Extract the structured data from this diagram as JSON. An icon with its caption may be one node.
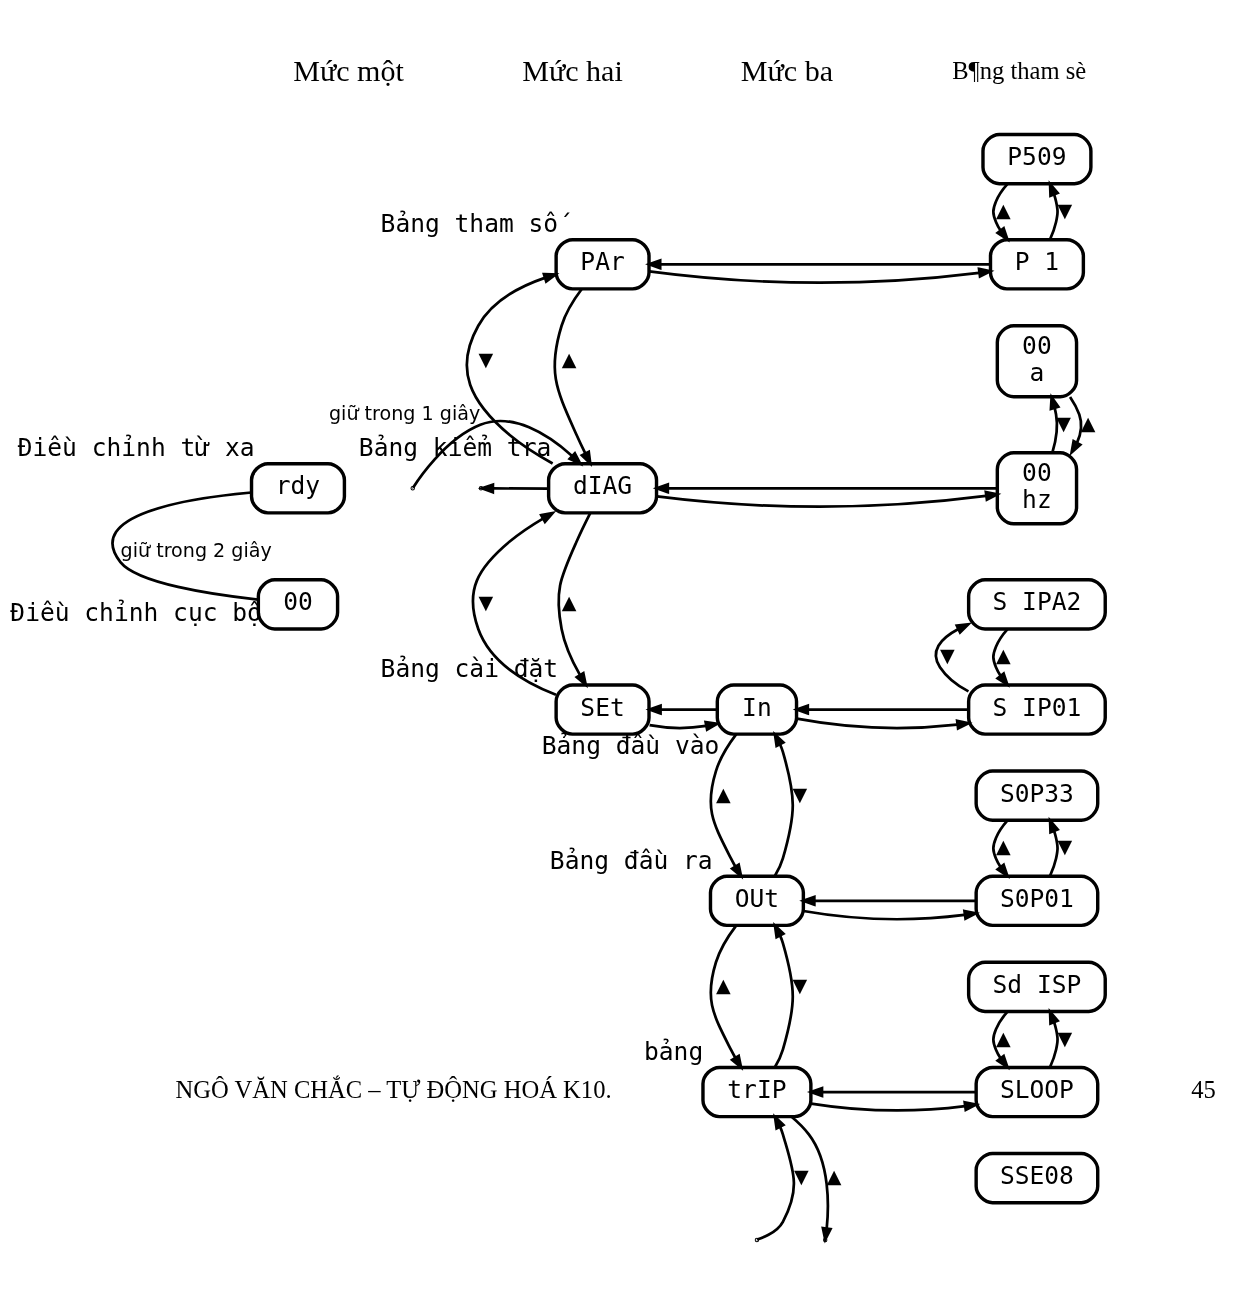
{
  "diagram": {
    "nodes": [
      {
        "text": [
          "rdy"
        ],
        "beside": [
          "Điều chỉnh từ xa"
        ]
      },
      {
        "text": [
          "00"
        ],
        "beside": [
          "Điều chỉnh cục bộ"
        ]
      },
      {
        "text": [
          "PAr"
        ],
        "beside": [
          "Bảng tham số"
        ]
      },
      {
        "text": [
          "dIAG"
        ],
        "beside": [
          "Bảng kiểm tra"
        ]
      },
      {
        "text": [
          "SEt"
        ],
        "beside": [
          "Bảng cài đặt"
        ]
      },
      {
        "text": [
          "In"
        ],
        "beside": [
          "Bảng đầu vào"
        ]
      },
      {
        "text": [
          "OUt"
        ],
        "beside": [
          "Bảng đầu ra"
        ]
      },
      {
        "text": [
          "trIP"
        ],
        "beside": [
          "bảng"
        ]
      },
      {
        "text": [
          "P509"
        ]
      },
      {
        "text": [
          "P 1"
        ]
      },
      {
        "text": [
          "00",
          "a"
        ]
      },
      {
        "text": [
          "00",
          "hz"
        ]
      },
      {
        "text": [
          "S IPA2"
        ]
      },
      {
        "text": [
          "S IP01"
        ]
      },
      {
        "text": [
          "S0P33"
        ]
      },
      {
        "text": [
          "S0P01"
        ]
      },
      {
        "text": [
          "Sd ISP"
        ]
      },
      {
        "text": [
          "SLOOP"
        ]
      },
      {
        "text": [
          "SSE08"
        ]
      }
    ],
    "edges": [
      {
        "from": 0,
        "to": 1,
        "arrow": "none",
        "label": "giữ trong 2 giây"
      },
      {
        "from": null,
        "to": 3,
        "arrow": "to",
        "label": "giữ trong 1 giây"
      },
      {
        "from": 3,
        "to": null,
        "arrow": "to"
      },
      {
        "from": 3,
        "to": 2,
        "arrow": "to",
        "label": "▼"
      },
      {
        "from": 2,
        "to": 3,
        "arrow": "to",
        "label": "▲"
      },
      {
        "from": 4,
        "to": 3,
        "arrow": "to",
        "label": "▼"
      },
      {
        "from": 3,
        "to": 4,
        "arrow": "to",
        "label": "▲"
      },
      {
        "from": 2,
        "to": 9,
        "arrow": "to"
      },
      {
        "from": 9,
        "to": 2,
        "arrow": "to"
      },
      {
        "from": 9,
        "to": 8,
        "arrow": "to",
        "label": "▼"
      },
      {
        "from": 8,
        "to": 9,
        "arrow": "to",
        "label": "▲"
      },
      {
        "from": 3,
        "to": 11,
        "arrow": "to"
      },
      {
        "from": 11,
        "to": 3,
        "arrow": "to"
      },
      {
        "from": 11,
        "to": 10,
        "arrow": "to",
        "label": "▼"
      },
      {
        "from": 10,
        "to": 11,
        "arrow": "to",
        "label": "▲"
      },
      {
        "from": 4,
        "to": 5,
        "arrow": "to"
      },
      {
        "from": 5,
        "to": 4,
        "arrow": "to"
      },
      {
        "from": 5,
        "to": 13,
        "arrow": "to"
      },
      {
        "from": 13,
        "to": 5,
        "arrow": "to"
      },
      {
        "from": 13,
        "to": 12,
        "arrow": "to",
        "label": "▼"
      },
      {
        "from": 12,
        "to": 13,
        "arrow": "to",
        "label": "▲"
      },
      {
        "from": 6,
        "to": 5,
        "arrow": "to",
        "label": "▼"
      },
      {
        "from": 5,
        "to": 6,
        "arrow": "to",
        "label": "▲"
      },
      {
        "from": 6,
        "to": 15,
        "arrow": "to"
      },
      {
        "from": 15,
        "to": 6,
        "arrow": "to"
      },
      {
        "from": 15,
        "to": 14,
        "arrow": "to",
        "label": "▼"
      },
      {
        "from": 14,
        "to": 15,
        "arrow": "to",
        "label": "▲"
      },
      {
        "from": 7,
        "to": 6,
        "arrow": "to",
        "label": "▼"
      },
      {
        "from": 6,
        "to": 7,
        "arrow": "to",
        "label": "▲"
      },
      {
        "from": 7,
        "to": 17,
        "arrow": "to"
      },
      {
        "from": 17,
        "to": 7,
        "arrow": "to"
      },
      {
        "from": 17,
        "to": 16,
        "arrow": "to",
        "label": "▼"
      },
      {
        "from": 16,
        "to": 17,
        "arrow": "to",
        "label": "▲"
      },
      {
        "from": null,
        "to": 7,
        "arrow": "to",
        "label": "▼"
      },
      {
        "from": 7,
        "to": null,
        "arrow": "to",
        "label": "▲"
      }
    ],
    "labels": [
      "Mức một",
      "Mức hai",
      "Mức ba",
      "B¶ng tham sè",
      "NGÔ VĂN CHẮC – TỰ ĐỘNG HOÁ K10.",
      "45"
    ]
  }
}
